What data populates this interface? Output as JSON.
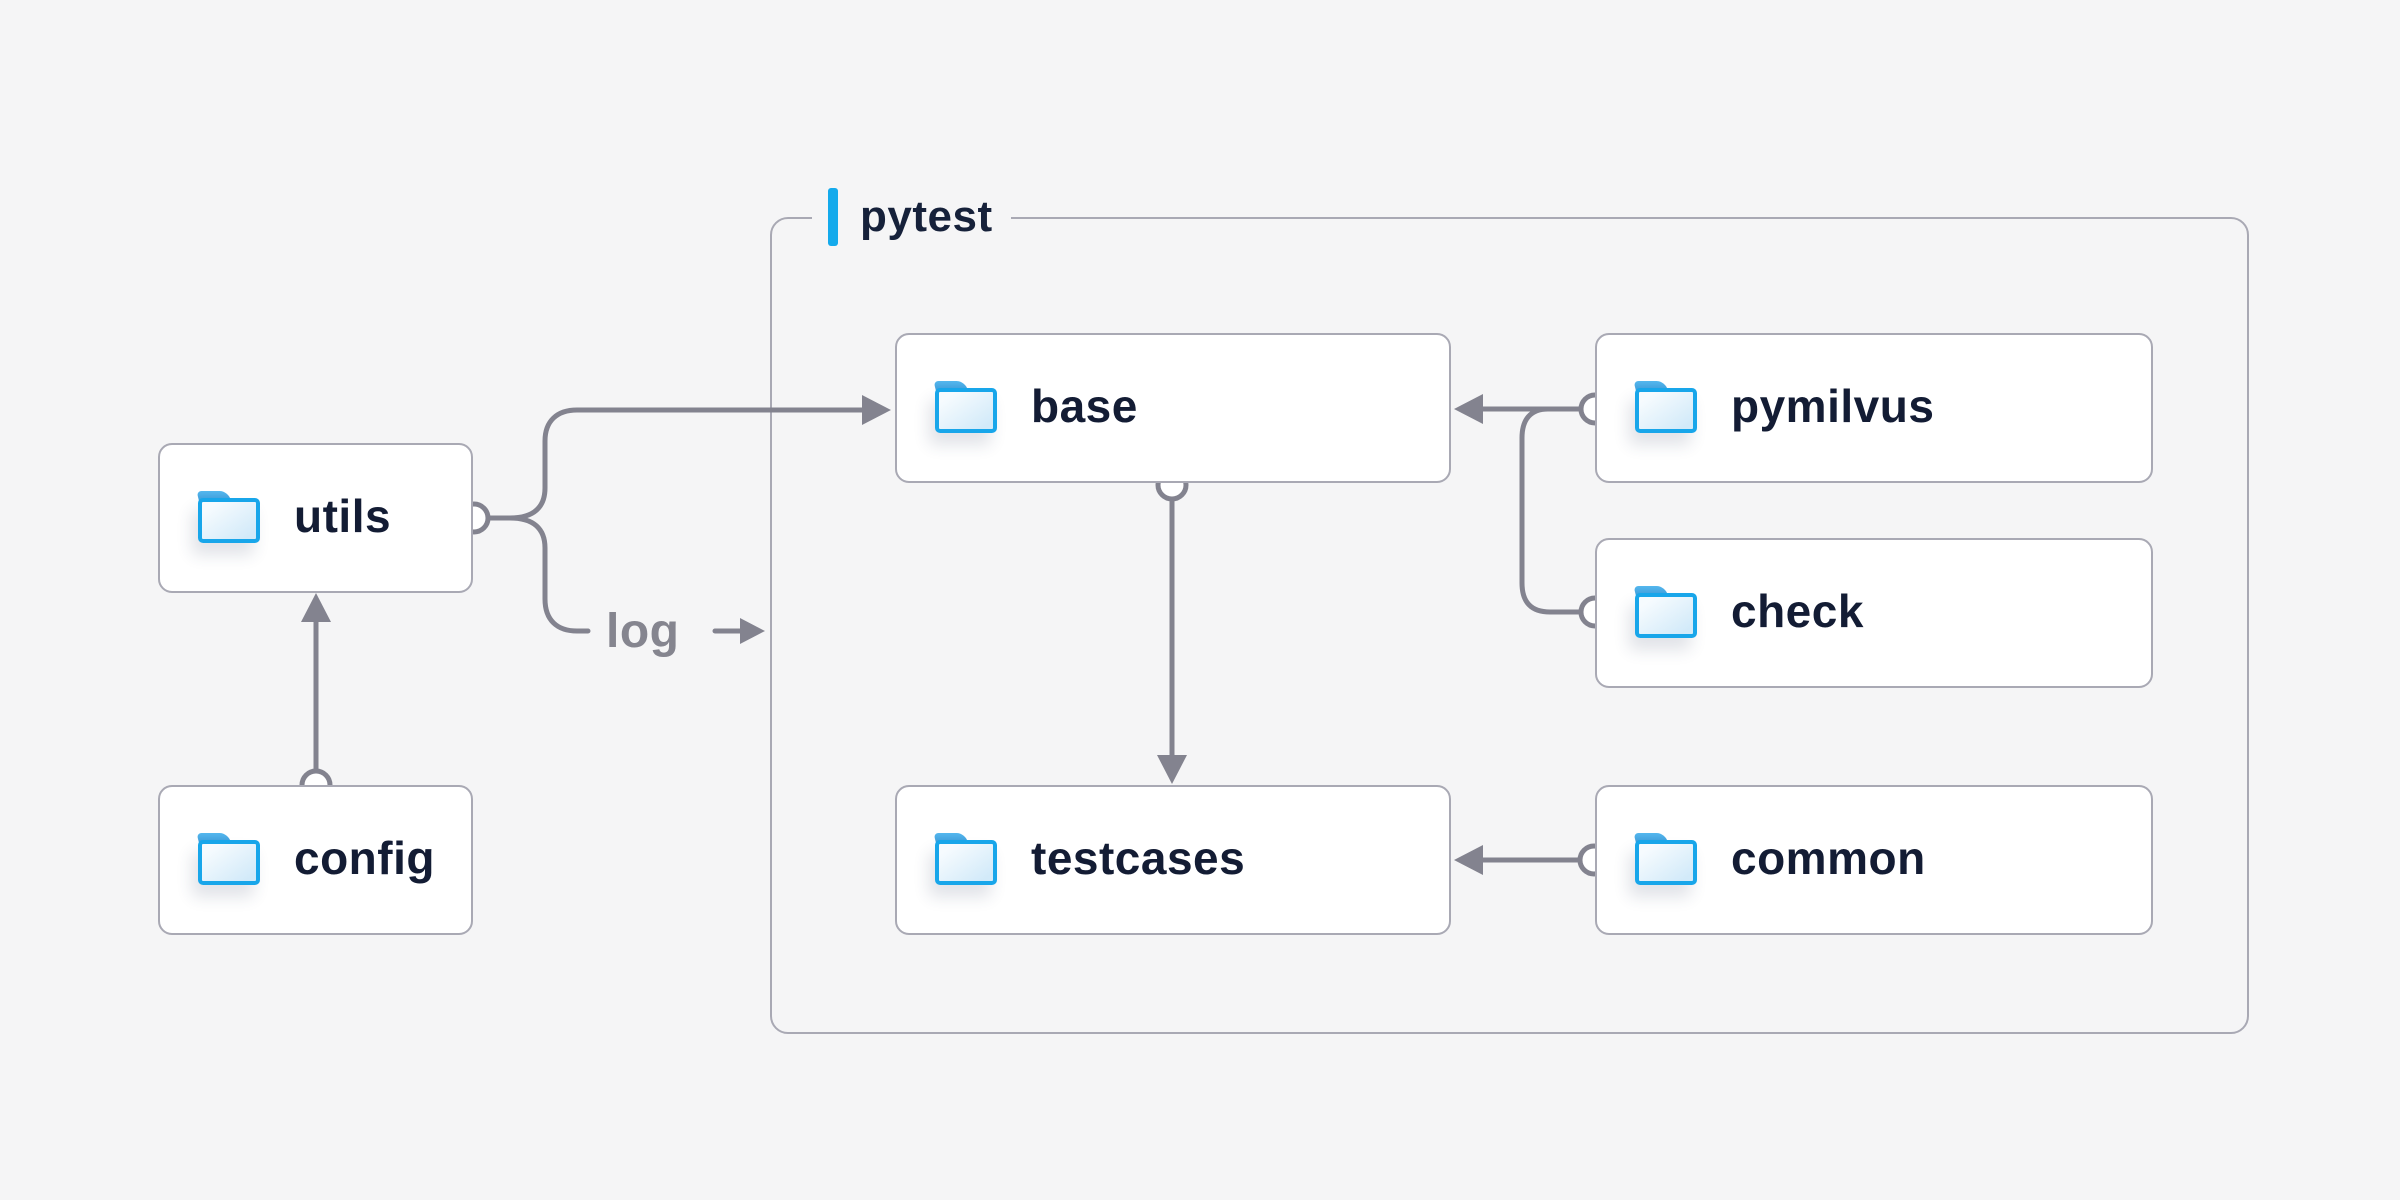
{
  "diagram": {
    "group": {
      "label": "pytest"
    },
    "nodes": {
      "utils": {
        "label": "utils",
        "icon": "folder-icon"
      },
      "config": {
        "label": "config",
        "icon": "folder-icon"
      },
      "base": {
        "label": "base",
        "icon": "folder-icon"
      },
      "testcases": {
        "label": "testcases",
        "icon": "folder-icon"
      },
      "pymilvus": {
        "label": "pymilvus",
        "icon": "folder-icon"
      },
      "check": {
        "label": "check",
        "icon": "folder-icon"
      },
      "common": {
        "label": "common",
        "icon": "folder-icon"
      }
    },
    "edge_labels": {
      "log": "log"
    },
    "edges": [
      {
        "from": "utils",
        "to": "base",
        "type": "arrow"
      },
      {
        "from": "utils",
        "to": "log-exit",
        "type": "arrow",
        "label": "log"
      },
      {
        "from": "config",
        "to": "utils",
        "type": "arrow"
      },
      {
        "from": "pymilvus",
        "to": "base",
        "type": "arrow"
      },
      {
        "from": "check",
        "to": "base",
        "type": "arrow"
      },
      {
        "from": "base",
        "to": "testcases",
        "type": "arrow"
      },
      {
        "from": "common",
        "to": "testcases",
        "type": "arrow"
      }
    ],
    "colors": {
      "background": "#f5f5f6",
      "node_fill": "#ffffff",
      "node_border": "#a9a9b4",
      "container_border": "#a9a9b4",
      "connector": "#83838f",
      "node_text": "#131c34",
      "edge_label_text": "#85858f",
      "accent_bar": "#14aaec",
      "folder_outline": "#18a6ea",
      "folder_tab": "#2e87c9"
    }
  }
}
